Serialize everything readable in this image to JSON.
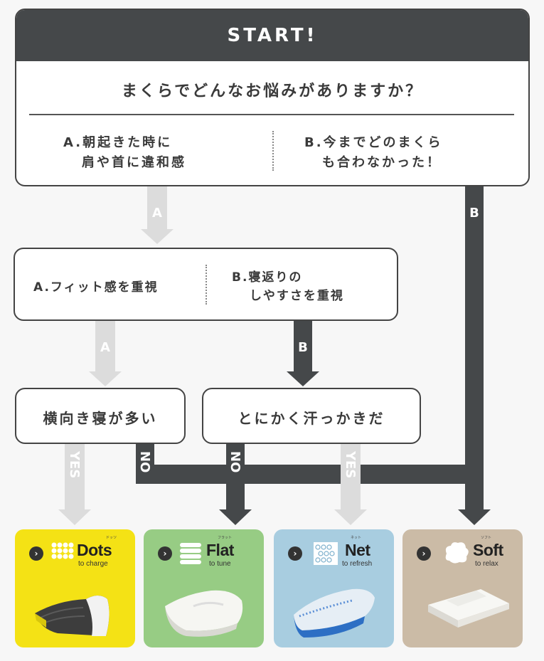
{
  "start": {
    "title": "START!",
    "question": "まくらでどんなお悩みがありますか？",
    "option_a_line1": "A.朝起きた時に",
    "option_a_line2": "肩や首に違和感",
    "option_b_line1": "B.今までどのまくら",
    "option_b_line2": "も合わなかった！"
  },
  "step2": {
    "option_a": "A.フィット感を重視",
    "option_b_line1": "B.寝返りの",
    "option_b_line2": "しやすさを重視"
  },
  "step3": {
    "side_sleeper": "横向き寝が多い",
    "sweaty": "とにかく汗っかきだ"
  },
  "arrows": {
    "a": "A",
    "b": "B",
    "yes": "YES",
    "no": "NO"
  },
  "colors": {
    "dark": "#45484a",
    "light": "#dcdcdc",
    "dots": "#f4e215",
    "flat": "#97cc84",
    "net": "#a8cde0",
    "soft": "#cbbba6"
  },
  "products": [
    {
      "name": "Dots",
      "tagline": "to charge",
      "ruby": "ドッツ",
      "icon": "dots-icon"
    },
    {
      "name": "Flat",
      "tagline": "to tune",
      "ruby": "フラット",
      "icon": "flat-layers-icon"
    },
    {
      "name": "Net",
      "tagline": "to refresh",
      "ruby": "ネット",
      "icon": "net-spring-icon"
    },
    {
      "name": "Soft",
      "tagline": "to relax",
      "ruby": "ソフト",
      "icon": "soft-cloud-icon"
    }
  ]
}
